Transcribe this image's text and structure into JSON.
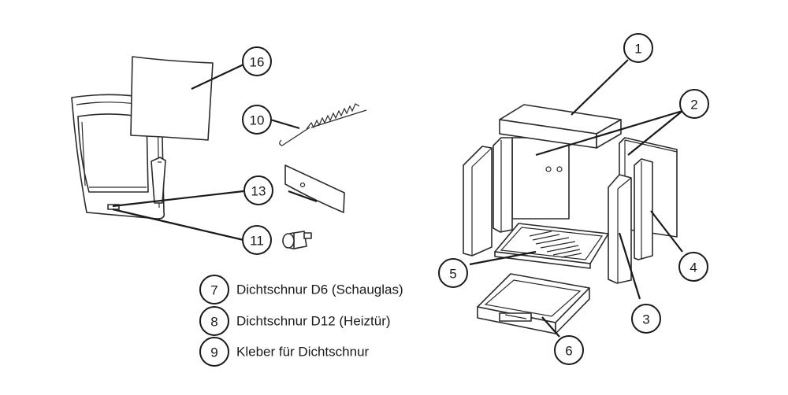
{
  "callouts": {
    "c1": "1",
    "c2": "2",
    "c3": "3",
    "c4": "4",
    "c5": "5",
    "c6": "6",
    "c10": "10",
    "c11": "11",
    "c13": "13",
    "c16": "16"
  },
  "legend": [
    {
      "number": "7",
      "text": "Dichtschnur D6 (Schauglas)"
    },
    {
      "number": "8",
      "text": "Dichtschnur D12 (Heiztür)"
    },
    {
      "number": "9",
      "text": "Kleber für Dichtschnur"
    }
  ],
  "colors": {
    "line": "#2b2b2b",
    "background": "#ffffff"
  }
}
